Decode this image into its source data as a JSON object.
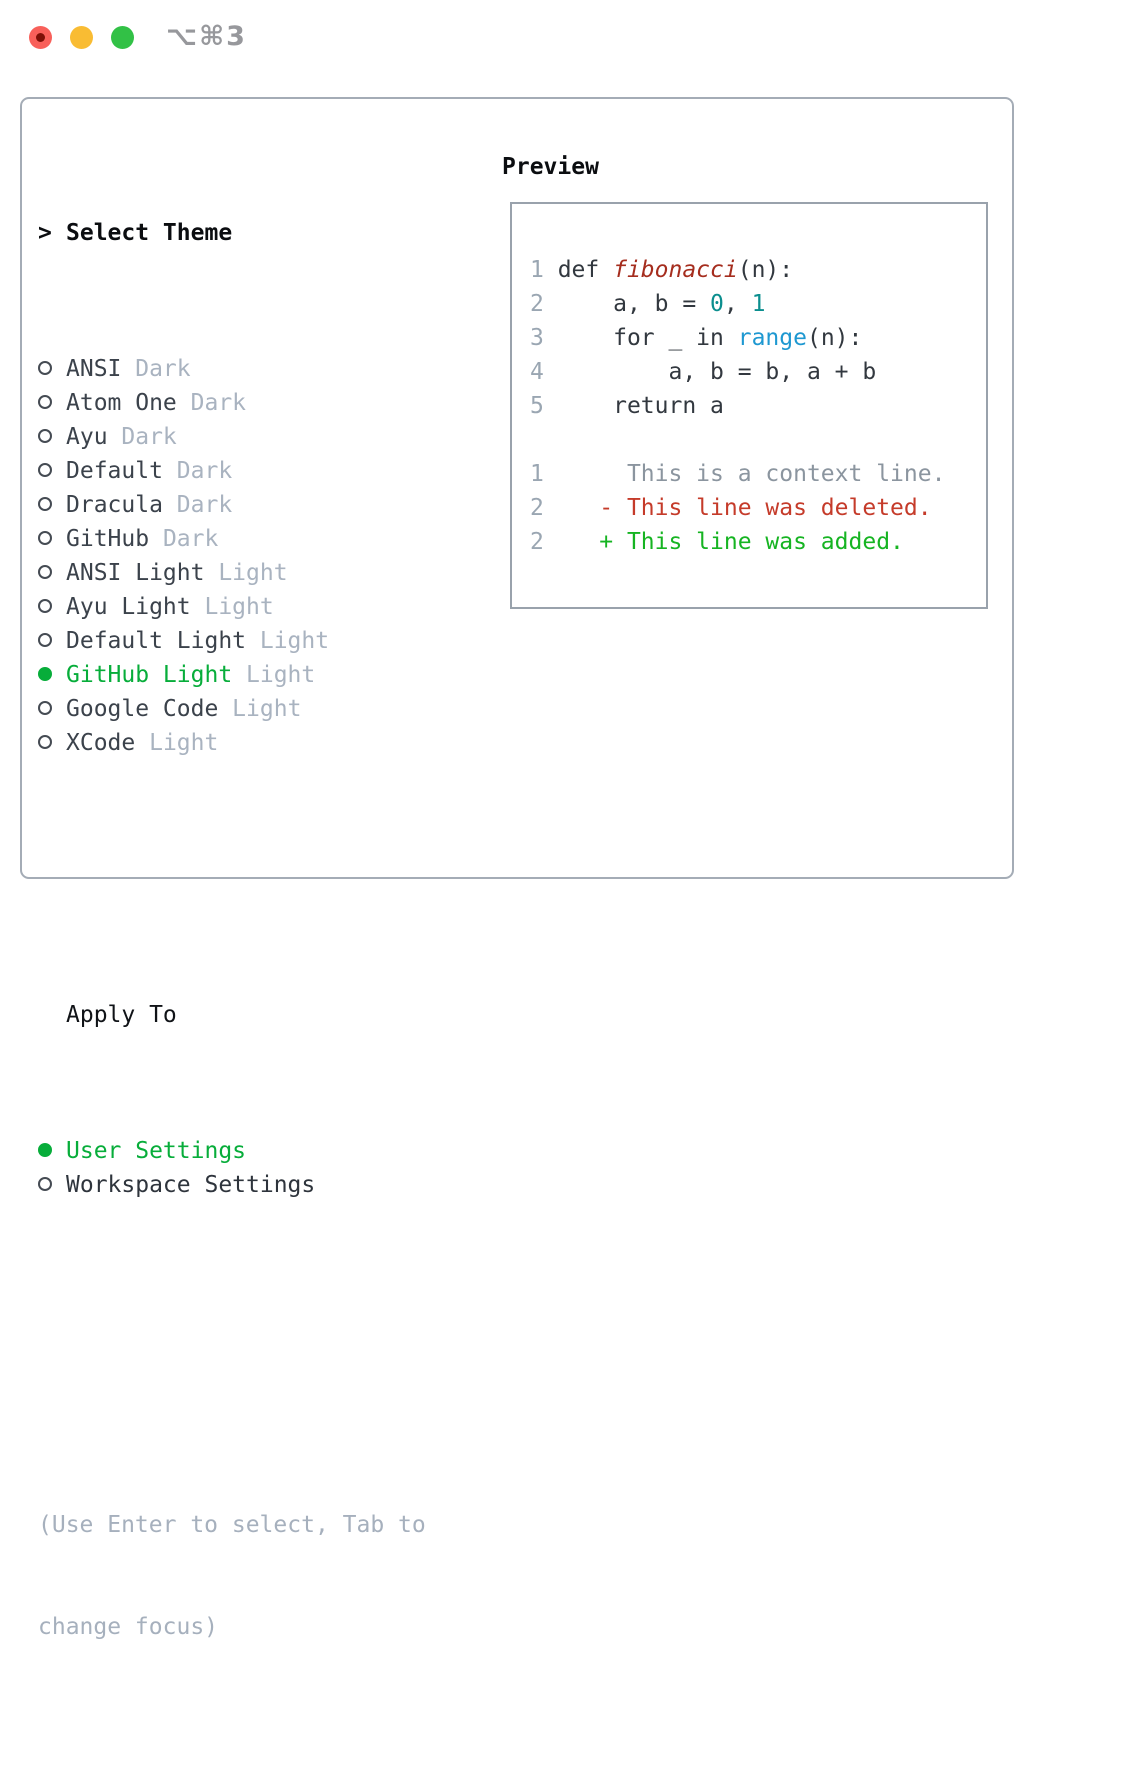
{
  "window": {
    "shortcut": "⌥⌘3",
    "traffic_lights": [
      "close",
      "minimize",
      "maximize"
    ]
  },
  "colors": {
    "accent_green": "#07ad3a",
    "variant_gray": "#a9b3c0",
    "hint_gray": "#a6b0bd",
    "panel_border": "#a4acb6",
    "preview_border": "#99a2ac",
    "deleted_red": "#c53b2a",
    "added_green": "#16b422",
    "function_red": "#a52d1e",
    "number_teal": "#0b8e8e",
    "builtin_blue": "#1e98d1",
    "traffic_red": "#f8605a",
    "traffic_yellow": "#f9bc33",
    "traffic_green": "#32c146"
  },
  "theme_selector": {
    "prompt": ">",
    "title": "Select Theme",
    "items": [
      {
        "name": "ANSI",
        "variant": "Dark",
        "selected": false
      },
      {
        "name": "Atom One",
        "variant": "Dark",
        "selected": false
      },
      {
        "name": "Ayu",
        "variant": "Dark",
        "selected": false
      },
      {
        "name": "Default",
        "variant": "Dark",
        "selected": false
      },
      {
        "name": "Dracula",
        "variant": "Dark",
        "selected": false
      },
      {
        "name": "GitHub",
        "variant": "Dark",
        "selected": false
      },
      {
        "name": "ANSI Light",
        "variant": "Light",
        "selected": false
      },
      {
        "name": "Ayu Light",
        "variant": "Light",
        "selected": false
      },
      {
        "name": "Default Light",
        "variant": "Light",
        "selected": false
      },
      {
        "name": "GitHub Light",
        "variant": "Light",
        "selected": true
      },
      {
        "name": "Google Code",
        "variant": "Light",
        "selected": false
      },
      {
        "name": "XCode",
        "variant": "Light",
        "selected": false
      }
    ]
  },
  "apply_to": {
    "title": "Apply To",
    "items": [
      {
        "label": "User Settings",
        "selected": true
      },
      {
        "label": "Workspace Settings",
        "selected": false
      }
    ]
  },
  "hint_lines": [
    "(Use Enter to select, Tab to",
    "change focus)"
  ],
  "preview": {
    "title": "Preview",
    "lines": [
      [
        {
          "t": "1 ",
          "s": "ln"
        },
        {
          "t": "def ",
          "s": "code"
        },
        {
          "t": "fibonacci",
          "s": "func"
        },
        {
          "t": "(n):",
          "s": "code"
        }
      ],
      [
        {
          "t": "2 ",
          "s": "ln"
        },
        {
          "t": "    a, b = ",
          "s": "code"
        },
        {
          "t": "0",
          "s": "lit"
        },
        {
          "t": ", ",
          "s": "code"
        },
        {
          "t": "1",
          "s": "lit"
        }
      ],
      [
        {
          "t": "3 ",
          "s": "ln"
        },
        {
          "t": "    for _ in ",
          "s": "code"
        },
        {
          "t": "range",
          "s": "builtin"
        },
        {
          "t": "(n):",
          "s": "code"
        }
      ],
      [
        {
          "t": "4 ",
          "s": "ln"
        },
        {
          "t": "        a, b = b, a + b",
          "s": "code"
        }
      ],
      [
        {
          "t": "5 ",
          "s": "ln"
        },
        {
          "t": "    return a",
          "s": "code"
        }
      ],
      [
        {
          "t": "",
          "s": "code"
        }
      ],
      [
        {
          "t": "1 ",
          "s": "ln"
        },
        {
          "t": "     This is a context line.",
          "s": "ctx"
        }
      ],
      [
        {
          "t": "2 ",
          "s": "ln"
        },
        {
          "t": "   - This line was deleted.",
          "s": "del"
        }
      ],
      [
        {
          "t": "2 ",
          "s": "ln"
        },
        {
          "t": "   + This line was added.",
          "s": "add"
        }
      ]
    ]
  }
}
